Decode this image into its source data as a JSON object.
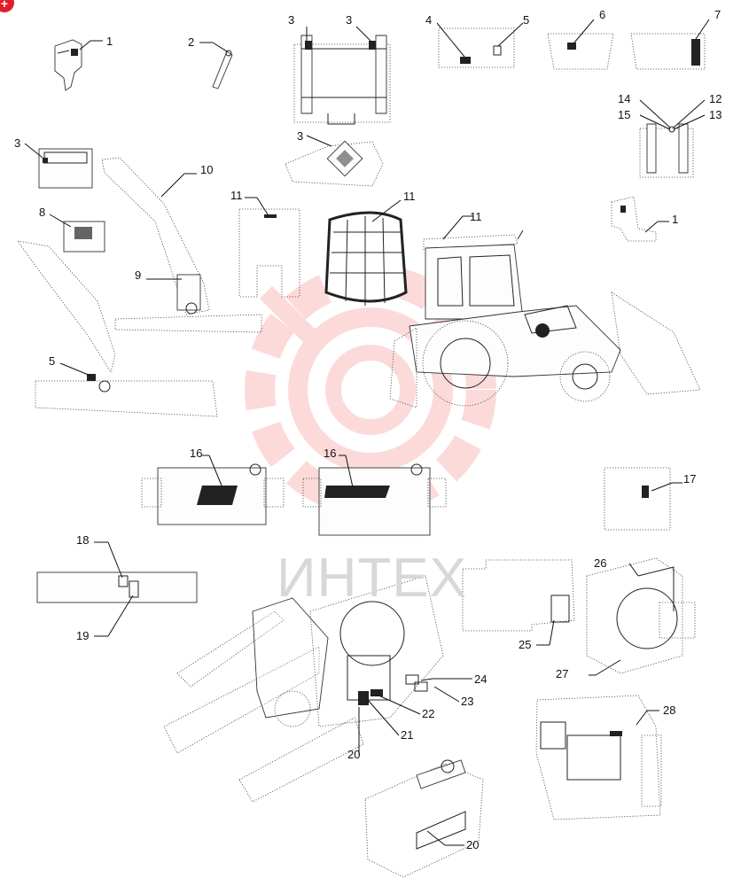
{
  "badge": {
    "symbol": "+",
    "color": "#e11d2a"
  },
  "watermark": {
    "text": "ИНТЕХ",
    "color": "#f25a5a"
  },
  "callouts": {
    "c1a": "1",
    "c1b": "1",
    "c2": "2",
    "c3a": "3",
    "c3b": "3",
    "c3c": "3",
    "c3d": "3",
    "c4": "4",
    "c5a": "5",
    "c5b": "5",
    "c6": "6",
    "c7": "7",
    "c8": "8",
    "c9": "9",
    "c10": "10",
    "c11a": "11",
    "c11b": "11",
    "c11c": "11",
    "c12": "12",
    "c13": "13",
    "c14": "14",
    "c15": "15",
    "c16a": "16",
    "c16b": "16",
    "c17": "17",
    "c18": "18",
    "c19": "19",
    "c20a": "20",
    "c20b": "20",
    "c21": "21",
    "c22": "22",
    "c23": "23",
    "c24": "24",
    "c25": "25",
    "c26": "26",
    "c27": "27",
    "c28": "28"
  }
}
